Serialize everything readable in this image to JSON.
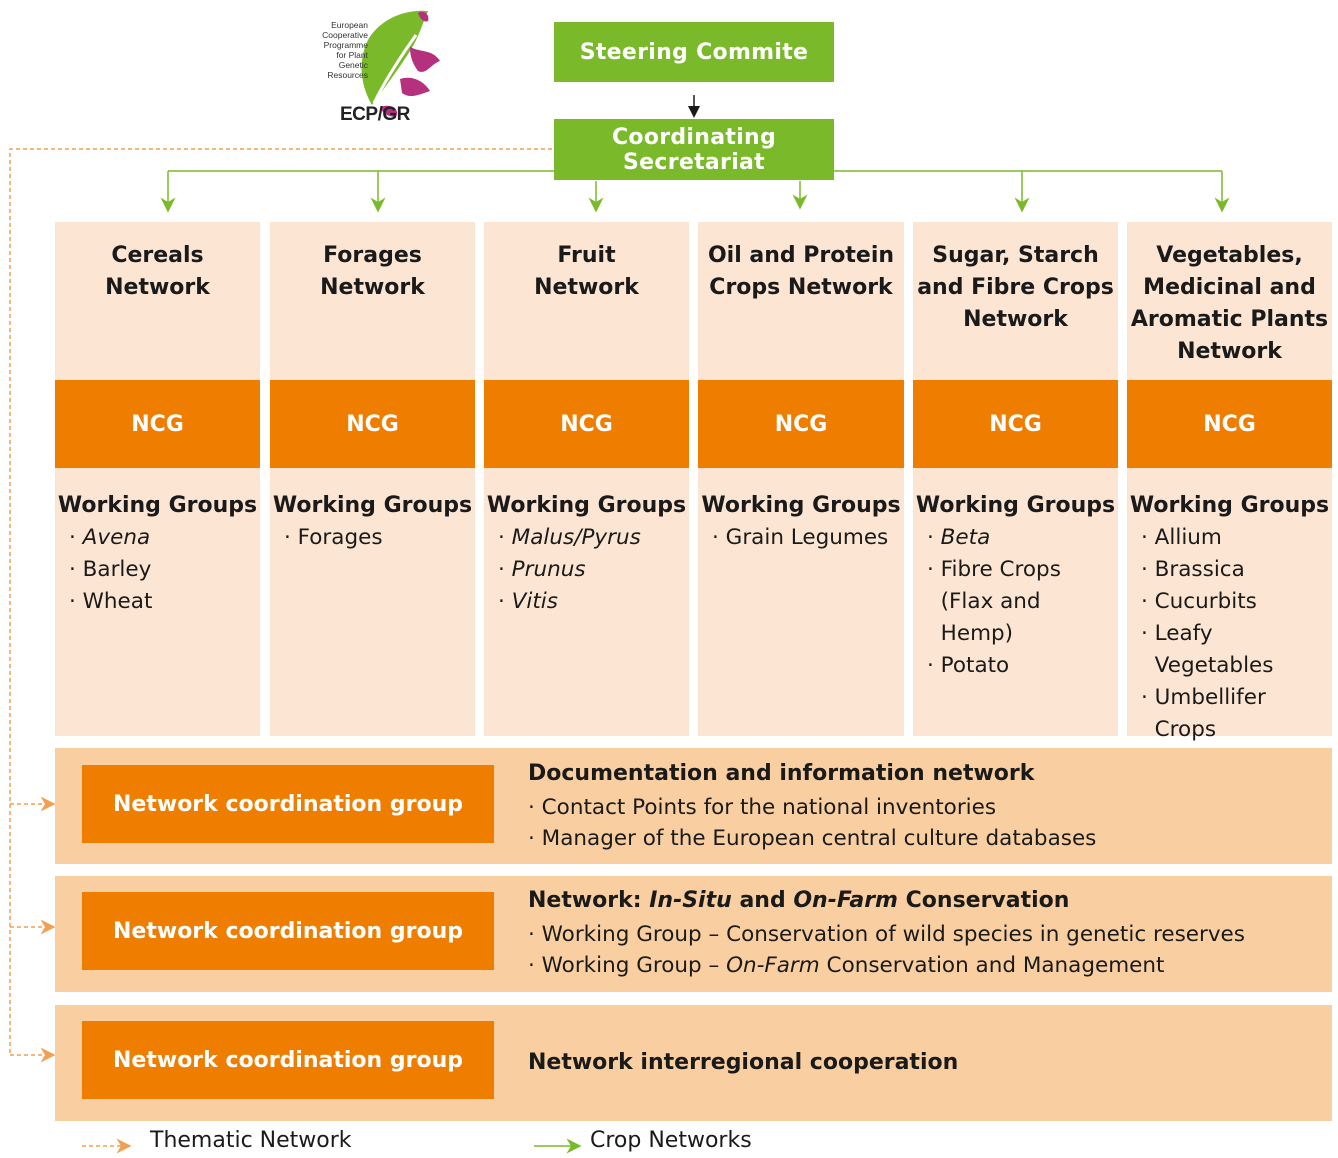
{
  "logo": {
    "text_lines": [
      "European",
      "Cooperative",
      "Programme",
      "for Plant",
      "Genetic",
      "Resources"
    ],
    "wordmark": "ECP/GR"
  },
  "steering": "Steering Commite",
  "secretariat": "Coordinating Secretariat",
  "networks": [
    {
      "title": [
        "Cereals",
        "Network"
      ],
      "ncg": "NCG",
      "wg_heading": "Working Groups",
      "items": [
        {
          "text": "Avena",
          "italic": true
        },
        {
          "text": "Barley",
          "italic": false
        },
        {
          "text": "Wheat",
          "italic": false
        }
      ]
    },
    {
      "title": [
        "Forages",
        "Network"
      ],
      "ncg": "NCG",
      "wg_heading": "Working Groups",
      "items": [
        {
          "text": "Forages",
          "italic": false
        }
      ]
    },
    {
      "title": [
        "Fruit",
        "Network"
      ],
      "ncg": "NCG",
      "wg_heading": "Working Groups",
      "items": [
        {
          "text": "Malus/Pyrus",
          "italic": true
        },
        {
          "text": "Prunus",
          "italic": true
        },
        {
          "text": "Vitis",
          "italic": true
        }
      ]
    },
    {
      "title": [
        "Oil and Protein",
        "Crops Network"
      ],
      "ncg": "NCG",
      "wg_heading": "Working Groups",
      "items": [
        {
          "text": "Grain Legumes",
          "italic": false
        }
      ]
    },
    {
      "title": [
        "Sugar, Starch",
        "and Fibre Crops",
        "Network"
      ],
      "ncg": "NCG",
      "wg_heading": "Working Groups",
      "items": [
        {
          "text": "Beta",
          "italic": true
        },
        {
          "text": "Fibre Crops (Flax and Hemp)",
          "italic": false
        },
        {
          "text": "Potato",
          "italic": false
        }
      ]
    },
    {
      "title": [
        "Vegetables,",
        "Medicinal and",
        "Aromatic Plants",
        "Network"
      ],
      "ncg": "NCG",
      "wg_heading": "Working Groups",
      "items": [
        {
          "text": "Allium",
          "italic": false
        },
        {
          "text": "Brassica",
          "italic": false
        },
        {
          "text": "Cucurbits",
          "italic": false
        },
        {
          "text": "Leafy Vegetables",
          "italic": false
        },
        {
          "text": "Umbellifer Crops",
          "italic": false
        }
      ]
    }
  ],
  "bands": [
    {
      "ncg_label": "Network coordination group",
      "title": "Documentation and information network",
      "lines": [
        "· Contact Points for the national inventories",
        "· Manager of the European central culture databases"
      ]
    },
    {
      "ncg_label": "Network coordination group",
      "title_parts": [
        "Network: ",
        "In-Situ",
        " and ",
        "On-Farm",
        " Conservation"
      ],
      "lines": [
        "· Working Group – Conservation of wild species in genetic reserves"
      ],
      "line2_parts": [
        "· Working Group – ",
        "On-Farm",
        " Conservation and Management"
      ]
    },
    {
      "ncg_label": "Network coordination group",
      "title": "Network interregional cooperation"
    }
  ],
  "legend": {
    "thematic": "Thematic Network",
    "crop": "Crop Networks"
  },
  "colors": {
    "green": "#7ab929",
    "orange": "#ef7d00",
    "light_peach": "#fce6d3",
    "band_peach": "#f9cfa1",
    "dashed_orange": "#f0a050"
  }
}
